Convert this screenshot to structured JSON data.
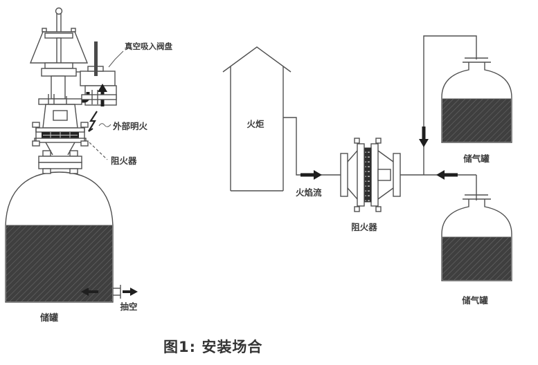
{
  "caption": "图1: 安装场合",
  "left": {
    "labels": {
      "vacuum_valve": "真空吸入阀盘",
      "external_flame": "外部明火",
      "arrester": "阻火器",
      "tank": "储罐",
      "evacuate": "抽空"
    }
  },
  "right": {
    "labels": {
      "flare": "火炬",
      "flame_flow": "火焰流",
      "arrester": "阻火器",
      "gas_tank_top": "储气罐",
      "gas_tank_bottom": "储气罐"
    }
  },
  "colors": {
    "line": "#4f4f4f",
    "arrow_dark": "#1f1f1f",
    "liquid_hatch": "#3f3f3f",
    "label_text": "#3c3c3c",
    "caption_text": "#333333",
    "background": "#ffffff"
  }
}
